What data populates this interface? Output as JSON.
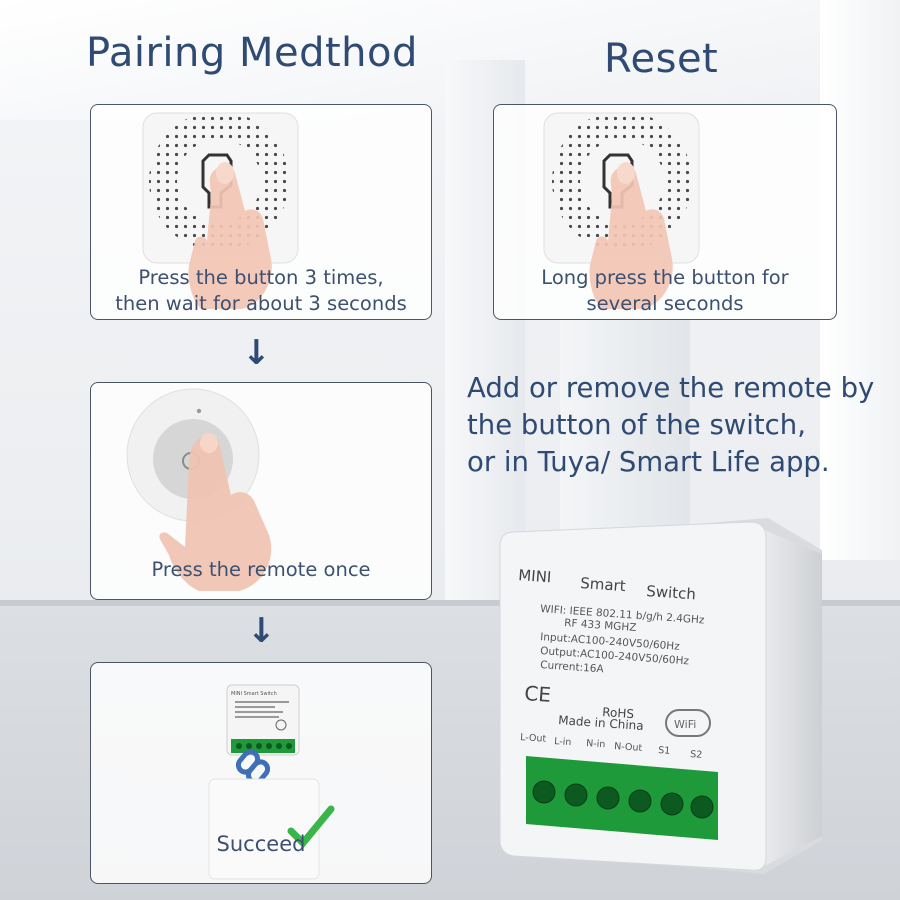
{
  "headings": {
    "pairing": "Pairing Medthod",
    "reset": "Reset"
  },
  "steps": [
    {
      "caption_line1": "Press the button 3 times,",
      "caption_line2": "then wait for about 3 seconds"
    },
    {
      "caption_line1": "Press the remote once"
    },
    {
      "caption_line1": "Succeed"
    }
  ],
  "reset_step": {
    "caption_line1": "Long press the button for",
    "caption_line2": "several seconds"
  },
  "note_lines": [
    "Add or remove the remote by",
    "the button of the switch,",
    "or in Tuya/ Smart Life app."
  ],
  "device": {
    "brand_words": [
      "MINI",
      "Smart",
      "Switch"
    ],
    "spec_lines": [
      "WIFI: IEEE 802.11 b/g/h 2.4GHz",
      "RF 433 MGHZ",
      "Input:AC100-240V50/60Hz",
      "Output:AC100-240V50/60Hz",
      "Current:16A"
    ],
    "ce_mark": "CE",
    "rohs": "RoHS",
    "made_in": "Made in China",
    "wifi_badge": "WiFi",
    "terminals": [
      "L-Out",
      "L-in",
      "N-in",
      "N-Out",
      "S1",
      "S2"
    ]
  },
  "colors": {
    "heading": "#2f4a73",
    "caption": "#3e5070",
    "terminal_green": "#1f9a3a",
    "check_green": "#39b54a"
  },
  "icons": [
    "down-arrow-icon",
    "chain-link-icon",
    "checkmark-icon",
    "wifi-icon"
  ]
}
